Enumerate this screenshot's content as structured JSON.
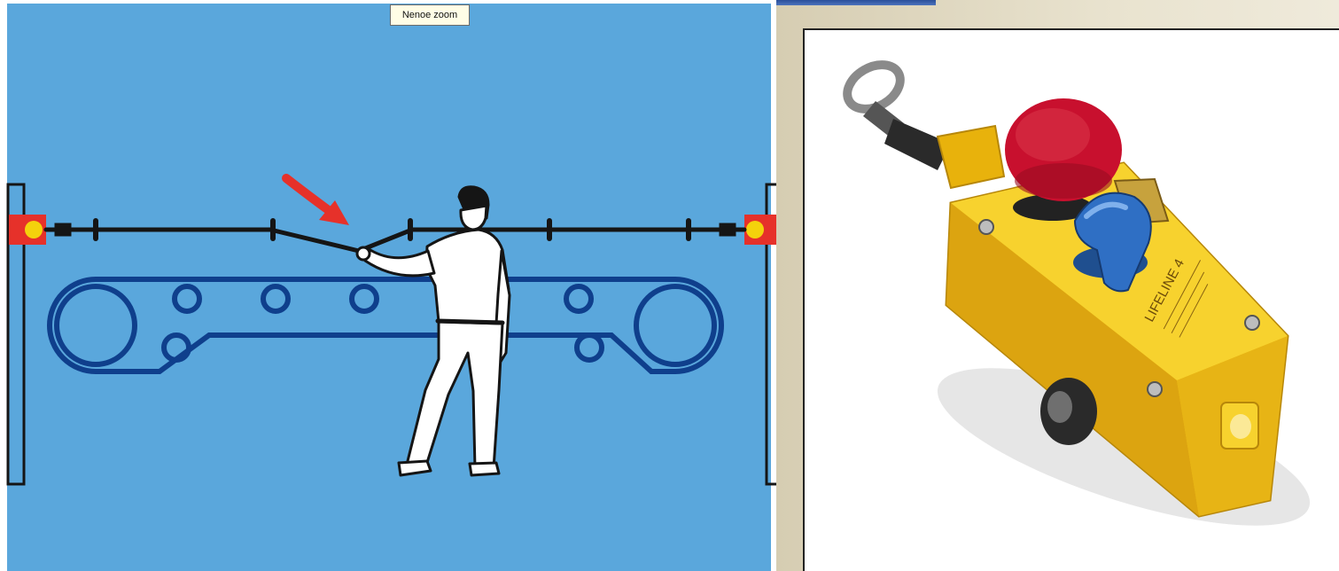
{
  "tooltip": {
    "text": "Nenoe zoom"
  },
  "illustration": {
    "subject": "pull-cord emergency stop over conveyor",
    "colors": {
      "background": "#5aa7dc",
      "conveyor": "#0f3f8c",
      "cable": "#151515",
      "arrow": "#e6312a",
      "switch_box": "#e6312a",
      "switch_light": "#f4d20c"
    }
  },
  "product_photo": {
    "subject": "yellow rope-pull switch with red mushroom button",
    "housing_text": "LIFELINE 4",
    "colors": {
      "housing": "#f2c318",
      "button": "#c8102e",
      "lever": "#2f6fc4"
    }
  },
  "window": {
    "colors": {
      "frame_bg": "#e4ddc6",
      "titlebar": "#3b5fa8"
    }
  }
}
